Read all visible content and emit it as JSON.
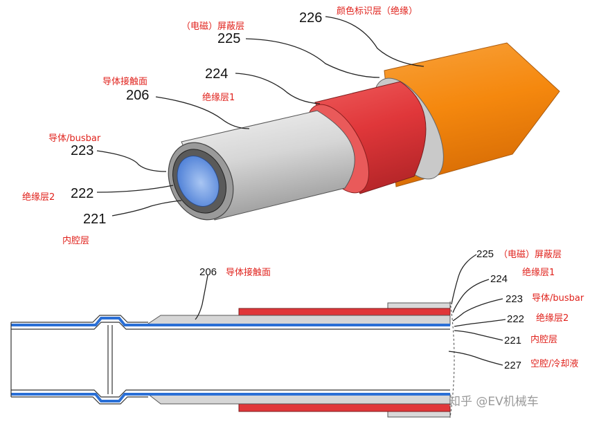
{
  "labels": {
    "l226": {
      "num": "226",
      "text": "颜色标识层（绝缘）"
    },
    "l225": {
      "num": "225",
      "text": "（电磁）屏蔽层"
    },
    "l224": {
      "num": "224",
      "text": "绝缘层1"
    },
    "l206": {
      "num": "206",
      "text": "导体接触面"
    },
    "l223": {
      "num": "223",
      "text": "导体/busbar"
    },
    "l222": {
      "num": "222",
      "text": "绝缘层2"
    },
    "l221": {
      "num": "221",
      "text": "内腔层"
    }
  },
  "section": {
    "l206": {
      "num": "206",
      "text": "导体接触面"
    },
    "l225": {
      "num": "225",
      "text": "（电磁）屏蔽层"
    },
    "l224": {
      "num": "224",
      "text": "绝缘层1"
    },
    "l223": {
      "num": "223",
      "text": "导体/busbar"
    },
    "l222": {
      "num": "222",
      "text": "绝缘层2"
    },
    "l221": {
      "num": "221",
      "text": "内腔层"
    },
    "l227": {
      "num": "227",
      "text": "空腔/冷却液"
    }
  },
  "watermark": "知乎 @EV机械车",
  "colors": {
    "orange": "#f5880e",
    "red": "#e0373a",
    "gray": "#cfcfcf",
    "blue": "#2a6fd6",
    "label_red": "#e0221c"
  }
}
